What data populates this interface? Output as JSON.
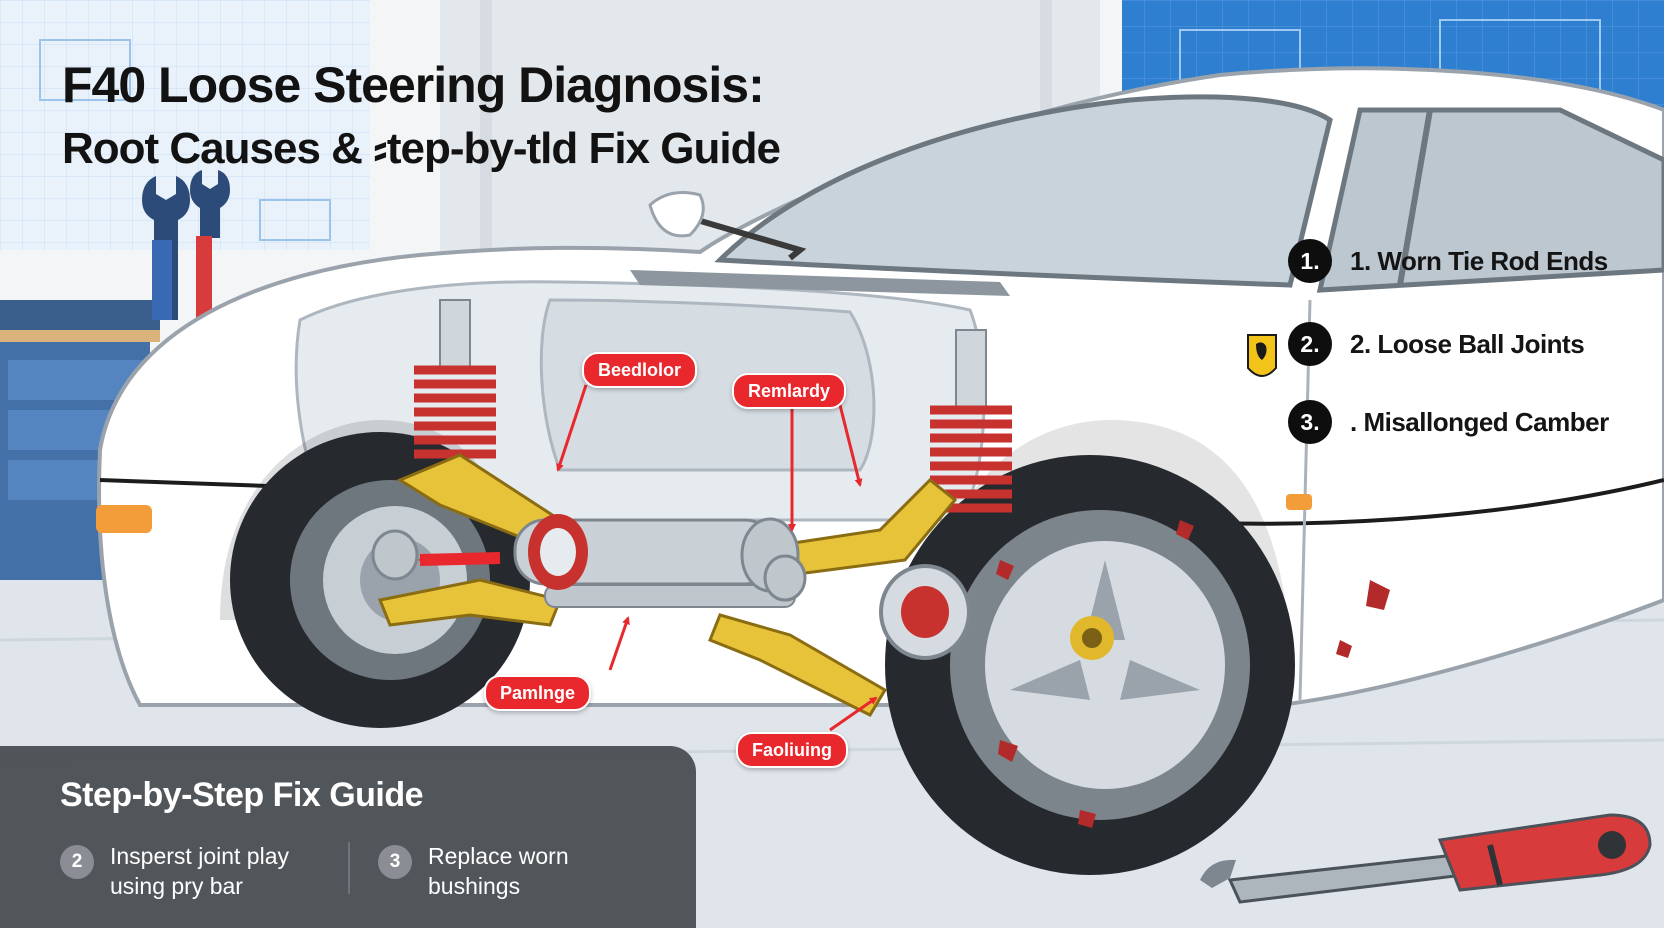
{
  "title": {
    "line1": "F40 Loose Steering Diagnosis:",
    "line2": "Root Causes & ⸗tep-by-tld Fix Guide"
  },
  "causes": [
    {
      "number": "1.",
      "label": "1. Worn Tie Rod Ends"
    },
    {
      "number": "2.",
      "label": "2. Loose Ball Joints"
    },
    {
      "number": "3.",
      "label": ". Misallonged Camber"
    }
  ],
  "callouts": [
    {
      "label": "Beedlolor"
    },
    {
      "label": "Remlardy"
    },
    {
      "label": "Pamlnge"
    },
    {
      "label": "Faoliuing"
    }
  ],
  "fix_guide": {
    "title": "Step-by-Step Fix Guide",
    "steps": [
      {
        "number": "2",
        "text": "Insperst joint play using pry bar"
      },
      {
        "number": "3",
        "text": "Replace worn bushings"
      }
    ]
  },
  "icons": [
    "wrench-icon",
    "screwdriver-icon",
    "ferrari-badge-icon",
    "torque-wrench-icon"
  ],
  "colors": {
    "accent_red": "#e8282d",
    "car_body": "#ffffff",
    "suspension_yellow": "#e7c33a",
    "panel_gray": "#484c52",
    "blueprint_blue": "#2f7fd0"
  }
}
